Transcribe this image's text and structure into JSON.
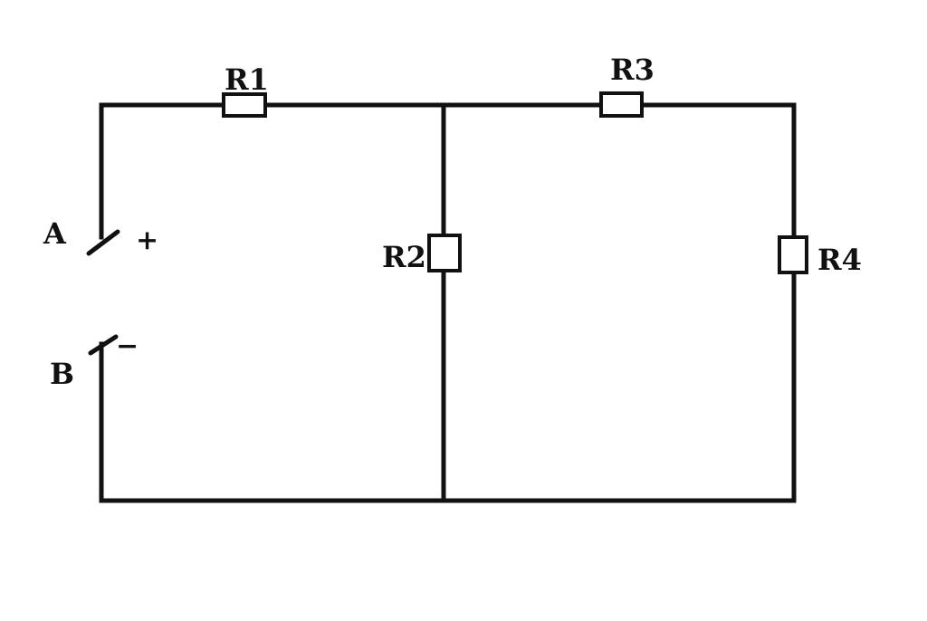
{
  "diagram": {
    "resistors": {
      "r1": "R1",
      "r2": "R2",
      "r3": "R3",
      "r4": "R4"
    },
    "terminals": {
      "a": {
        "label": "A",
        "polarity": "+"
      },
      "b": {
        "label": "B",
        "polarity": "−"
      }
    },
    "line_color": "#111111",
    "background_color": "#ffffff"
  }
}
